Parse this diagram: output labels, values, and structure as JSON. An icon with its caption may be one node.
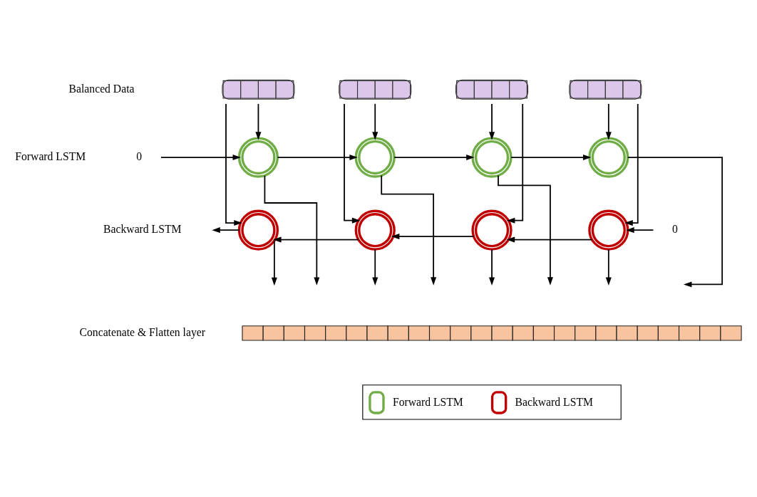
{
  "diagram": {
    "nodes": [
      {
        "text": [],
        "shape": "box"
      },
      {
        "text": [],
        "shape": "box"
      },
      {
        "text": [],
        "shape": "box"
      },
      {
        "text": [],
        "shape": "box"
      },
      {
        "text": [
          "0"
        ]
      },
      {
        "text": [],
        "shape": "circle"
      },
      {
        "text": [],
        "shape": "circle"
      },
      {
        "text": [],
        "shape": "circle"
      },
      {
        "text": [],
        "shape": "circle"
      },
      {
        "text": [
          "0"
        ]
      },
      {
        "text": [],
        "shape": "circle"
      },
      {
        "text": [],
        "shape": "circle"
      },
      {
        "text": [],
        "shape": "circle"
      },
      {
        "text": [],
        "shape": "circle"
      },
      {
        "text": [],
        "shape": "bar"
      }
    ],
    "edges": [
      {
        "from": 0,
        "to": 5,
        "arrow": "to"
      },
      {
        "from": 0,
        "to": 10,
        "arrow": "to"
      },
      {
        "from": 1,
        "to": 6,
        "arrow": "to"
      },
      {
        "from": 1,
        "to": 11,
        "arrow": "to"
      },
      {
        "from": 2,
        "to": 7,
        "arrow": "to"
      },
      {
        "from": 2,
        "to": 12,
        "arrow": "to"
      },
      {
        "from": 3,
        "to": 8,
        "arrow": "to"
      },
      {
        "from": 3,
        "to": 13,
        "arrow": "to"
      },
      {
        "from": 4,
        "to": 5,
        "arrow": "to"
      },
      {
        "from": 5,
        "to": 6,
        "arrow": "to"
      },
      {
        "from": 6,
        "to": 7,
        "arrow": "to"
      },
      {
        "from": 7,
        "to": 8,
        "arrow": "to"
      },
      {
        "from": 9,
        "to": 13,
        "arrow": "to"
      },
      {
        "from": 13,
        "to": 12,
        "arrow": "to"
      },
      {
        "from": 12,
        "to": 11,
        "arrow": "to"
      },
      {
        "from": 11,
        "to": 10,
        "arrow": "to"
      },
      {
        "from": 10,
        "to": null,
        "arrow": "to"
      },
      {
        "from": 10,
        "to": null,
        "arrow": "to"
      },
      {
        "from": 5,
        "to": null,
        "arrow": "to"
      },
      {
        "from": 11,
        "to": null,
        "arrow": "to"
      },
      {
        "from": 6,
        "to": null,
        "arrow": "to"
      },
      {
        "from": 12,
        "to": null,
        "arrow": "to"
      },
      {
        "from": 7,
        "to": null,
        "arrow": "to"
      },
      {
        "from": 13,
        "to": null,
        "arrow": "to"
      },
      {
        "from": 8,
        "to": null,
        "arrow": "to"
      }
    ],
    "labels": [
      "Balanced Data",
      "Forward LSTM",
      "Backward LSTM",
      "Concatenate & Flatten layer"
    ],
    "legend": [
      {
        "text": "Forward LSTM"
      },
      {
        "text": "Backward LSTM"
      }
    ]
  }
}
